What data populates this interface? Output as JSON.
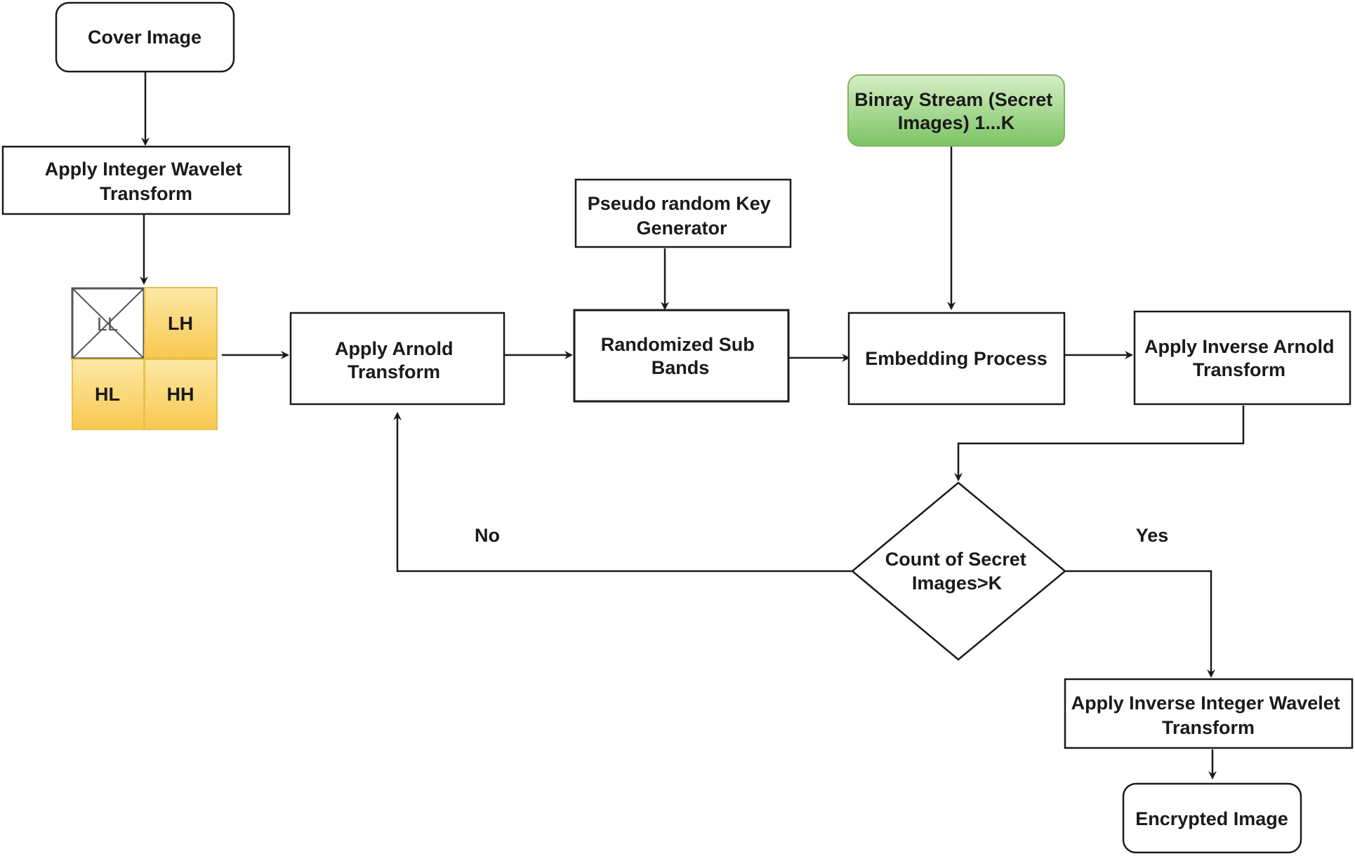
{
  "nodes": {
    "cover": [
      "Cover Image"
    ],
    "iwt": [
      "Apply Integer Wavelet",
      "Transform"
    ],
    "ll": "LL",
    "lh": "LH",
    "hl": "HL",
    "hh": "HH",
    "arnold": [
      "Apply Arnold",
      "Transform"
    ],
    "prng": [
      "Pseudo random Key",
      "Generator"
    ],
    "randomized": [
      "Randomized Sub",
      "Bands"
    ],
    "binary": [
      "Binray Stream (Secret",
      "Images) 1...K"
    ],
    "embed": [
      "Embedding Process"
    ],
    "inv_arnold": [
      "Apply Inverse Arnold",
      "Transform"
    ],
    "decision": [
      "Count of Secret",
      "Images>K"
    ],
    "inv_iwt": [
      "Apply Inverse Integer Wavelet",
      "Transform"
    ],
    "encrypted": [
      "Encrypted Image"
    ]
  },
  "edge_labels": {
    "no": "No",
    "yes": "Yes"
  },
  "colors": {
    "line": "#1a1a1a",
    "subband_fill": "#fbd46a",
    "subband_stroke": "#e9c04b",
    "green_fill": "#8fd07a",
    "green_stroke": "#82b366"
  }
}
